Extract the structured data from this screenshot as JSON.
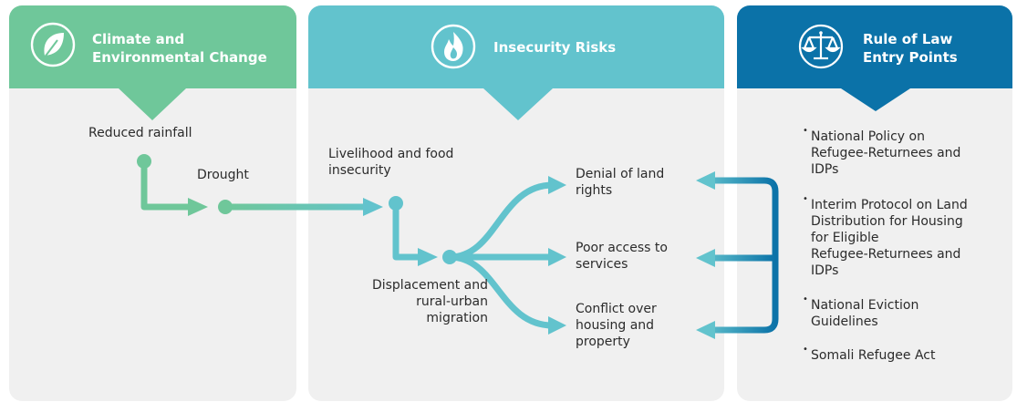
{
  "columns": {
    "climate": {
      "title_line1": "Climate and",
      "title_line2": "Environmental Change",
      "icon": "leaf-icon",
      "color": "#6fc79a"
    },
    "insecurity": {
      "title": "Insecurity Risks",
      "icon": "flame-icon",
      "color": "#62c3cd"
    },
    "rule_of_law": {
      "title_line1": "Rule of Law",
      "title_line2": "Entry Points",
      "icon": "scales-icon",
      "color": "#0b72a8"
    }
  },
  "nodes": {
    "reduced_rainfall": "Reduced rainfall",
    "drought": "Drought",
    "livelihood_line1": "Livelihood and food",
    "livelihood_line2": "insecurity",
    "displacement_line1": "Displacement and",
    "displacement_line2": "rural-urban",
    "displacement_line3": "migration",
    "denial_line1": "Denial of land",
    "denial_line2": "rights",
    "poor_line1": "Poor access to",
    "poor_line2": "services",
    "conflict_line1": "Conflict over",
    "conflict_line2": "housing and",
    "conflict_line3": "property"
  },
  "entry_points": [
    {
      "lines": [
        "National Policy on",
        "Refugee-Returnees and",
        "IDPs"
      ]
    },
    {
      "lines": [
        "Interim Protocol on Land",
        "Distribution for Housing",
        "for Eligible",
        "Refugee-Returnees and",
        "IDPs"
      ]
    },
    {
      "lines": [
        "National Eviction",
        "Guidelines"
      ]
    },
    {
      "lines": [
        "Somali Refugee Act"
      ]
    }
  ],
  "bullet_symbol": "•"
}
